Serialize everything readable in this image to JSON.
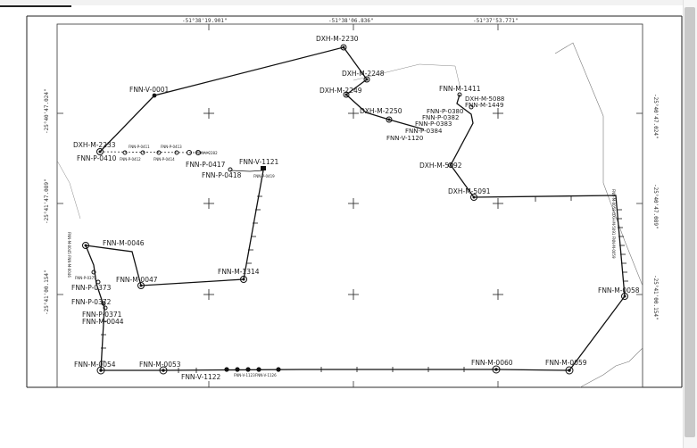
{
  "map": {
    "coords_top": [
      "-51°38'19.901\"",
      "-51°38'06.836\"",
      "-51°37'53.771\""
    ],
    "coords_left": [
      "-25°40'47.024\"",
      "-25°41'47.089\"",
      "-25°41'00.154\""
    ],
    "coords_right": [
      "-25°40'47.024\"",
      "-25°40'47.089\"",
      "-25°41'00.154\""
    ],
    "rotated_notes": [
      "FNN-M-0045 FNN-M-0046",
      "FNN-M-0058 DXH-M-5091 FNN-M-0059"
    ],
    "labels": {
      "DXH-M-2230": "DXH-M-2230",
      "DXH-M-2248": "DXH-M-2248",
      "DXH-M-2249": "DXH-M-2249",
      "DXH-M-2250": "DXH-M-2250",
      "FNN-V-0001": "FNN-V-0001",
      "FNN-M-1411": "FNN-M-1411",
      "DXH-M-5088": "DXH-M-5088",
      "FNN-M-1449": "FNN-M-1449",
      "FNN-P-0380": "FNN-P-0380",
      "FNN-P-0382": "FNN-P-0382",
      "FNN-P-0383": "FNN-P-0383",
      "FNN-P-0384": "FNN-P-0384",
      "FNN-V-1120": "FNN-V-1120",
      "DXH-M-5092": "DXH-M-5092",
      "DXH-M-5091": "DXH-M-5091",
      "DXH-M-2233": "DXH-M-2233",
      "FNN-P-0411": "FNN-P-0411",
      "FNN-P-0413": "FNN-P-0413",
      "FNN-P-0412": "FNN-P-0412",
      "FNN-P-0414": "FNN-P-0414",
      "FNN-V-2282": "FNN-V-2282",
      "FNN-P-0410": "FNN-P-0410",
      "FNN-P-0417": "FNN-P-0417",
      "FNN-V-1121": "FNN-V-1121",
      "FNN-P-0418": "FNN-P-0418",
      "FNN-P-0419": "FNN-P-0419",
      "FNN-M-0045": "FNN-M-0045",
      "FNN-M-0046": "FNN-M-0046",
      "FNN-P-0375": "FNN-P-0375",
      "FNN-P-0373": "FNN-P-0373",
      "FNN-M-0047": "FNN-M-0047",
      "FNN-M-1314": "FNN-M-1314",
      "FNN-P-0372": "FNN-P-0372",
      "FNN-P-0371": "FNN-P-0371",
      "FNN-M-0044": "FNN-M-0044",
      "FNN-M-0058": "FNN-M-0058",
      "FNN-M-0054": "FNN-M-0054",
      "FNN-M-0053": "FNN-M-0053",
      "FNN-M-0060": "FNN-M-0060",
      "FNN-M-0059": "FNN-M-0059",
      "FNN-V-1122": "FNN-V-1122",
      "FNN-V-1123": "FNN-V-1123",
      "FNN-V-1126": "FNN-V-1126"
    }
  }
}
